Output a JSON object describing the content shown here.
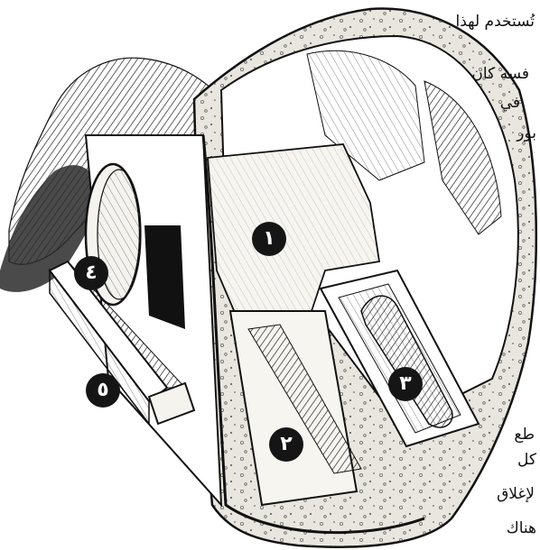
{
  "text_fragments": [
    "تُستخدم لهذا",
    "فسه كان",
    "في",
    "بور",
    "طع",
    "كل",
    "لإغلاق",
    "هناك"
  ],
  "markers": [
    "١",
    "٢",
    "٣",
    "٤",
    "٥"
  ],
  "colors": {
    "ink": "#151515",
    "paper": "#ffffff",
    "rock": "#e9e6df"
  }
}
